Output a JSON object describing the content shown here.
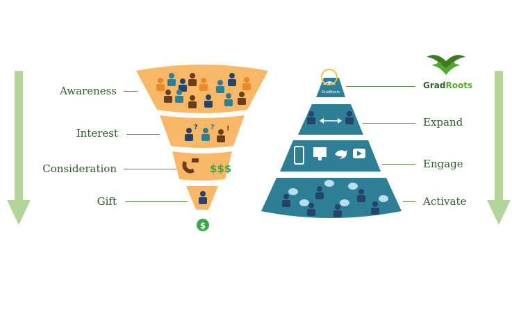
{
  "funnel": {
    "stages": [
      "Awareness",
      "Interest",
      "Consideration",
      "Gift"
    ],
    "gift_symbol": "$",
    "consideration_symbols": "$$$",
    "interest_marks": [
      "?",
      "?",
      "!"
    ]
  },
  "pyramid": {
    "stages": [
      "Expand",
      "Engage",
      "Activate"
    ]
  },
  "logo": {
    "part1": "Grad",
    "part2": "Roots",
    "small": "GradRoots"
  },
  "colors": {
    "funnel": "#f8b868",
    "pyramid": "#2e7f95",
    "arrow": "#b4d59a",
    "leader": "#5b8a45",
    "label": "#2f5d2a",
    "person_teal": "#2f7f93",
    "person_navy": "#24446a",
    "person_brown": "#6b3d1f",
    "person_orange": "#e88a2c",
    "bubble": "#b9dff0",
    "coin": "#3aa84a",
    "logo_green": "#57a832"
  }
}
